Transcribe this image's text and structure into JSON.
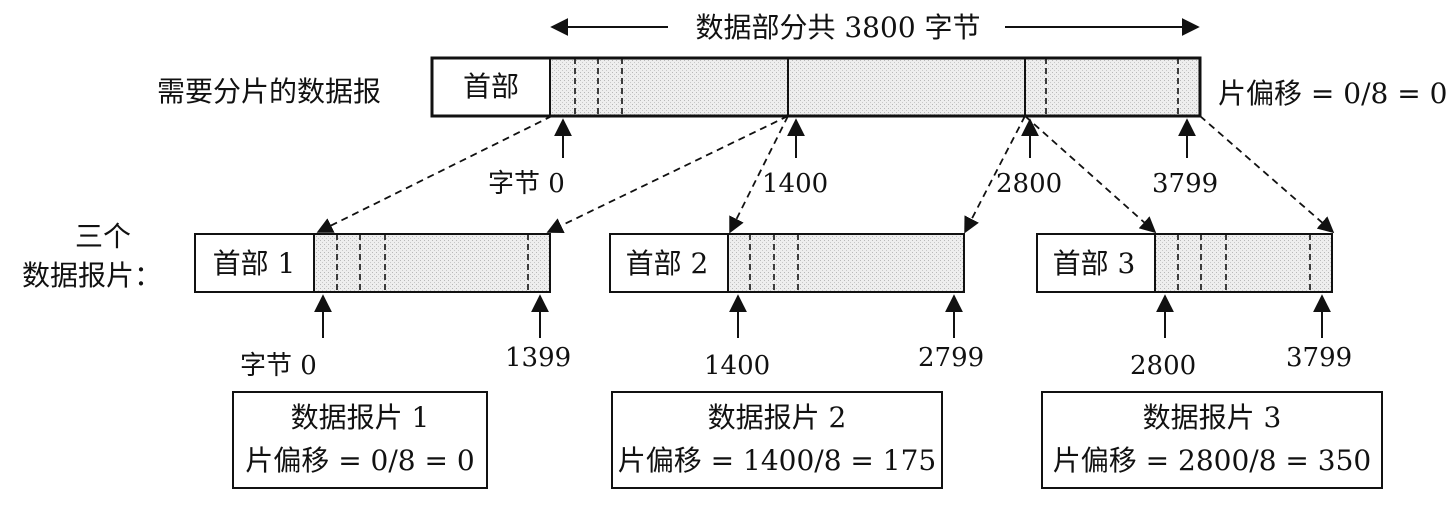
{
  "diagram": {
    "span_label": "数据部分共 3800 字节",
    "original": {
      "label": "需要分片的数据报",
      "header": "首部",
      "offset_note": "片偏移 = 0/8 = 0",
      "markers": [
        "字节 0",
        "1400",
        "2800",
        "3799"
      ]
    },
    "fragments_label": [
      "三个",
      "数据报片："
    ],
    "fragments": [
      {
        "header": "首部 1",
        "start": "字节 0",
        "end": "1399",
        "title": "数据报片 1",
        "offset": "片偏移 = 0/8 = 0"
      },
      {
        "header": "首部 2",
        "start": "1400",
        "end": "2799",
        "title": "数据报片 2",
        "offset": "片偏移 = 1400/8 = 175"
      },
      {
        "header": "首部 3",
        "start": "2800",
        "end": "3799",
        "title": "数据报片 3",
        "offset": "片偏移 = 2800/8 = 350"
      }
    ],
    "colors": {
      "ink": "#111111",
      "shade": "#e6e6e6"
    }
  }
}
